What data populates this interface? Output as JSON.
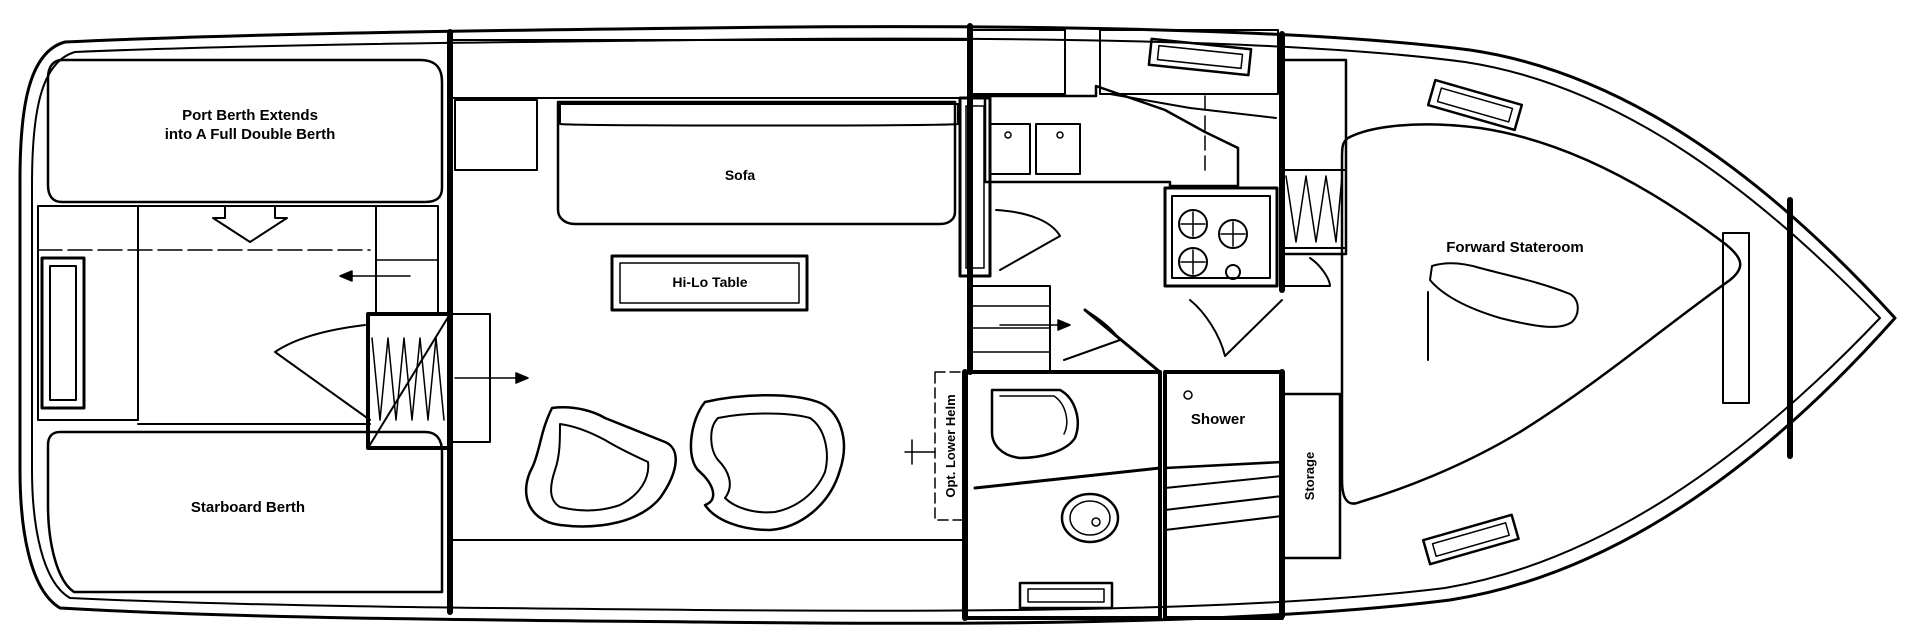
{
  "labels": {
    "port_berth_line1": "Port Berth Extends",
    "port_berth_line2": "into A Full Double Berth",
    "sofa": "Sofa",
    "hi_lo_table": "Hi-Lo Table",
    "starboard_berth": "Starboard Berth",
    "opt_lower_helm": "Opt. Lower Helm",
    "shower": "Shower",
    "storage": "Storage",
    "forward_stateroom": "Forward Stateroom"
  },
  "colors": {
    "ink": "#000000",
    "paper": "#ffffff"
  }
}
